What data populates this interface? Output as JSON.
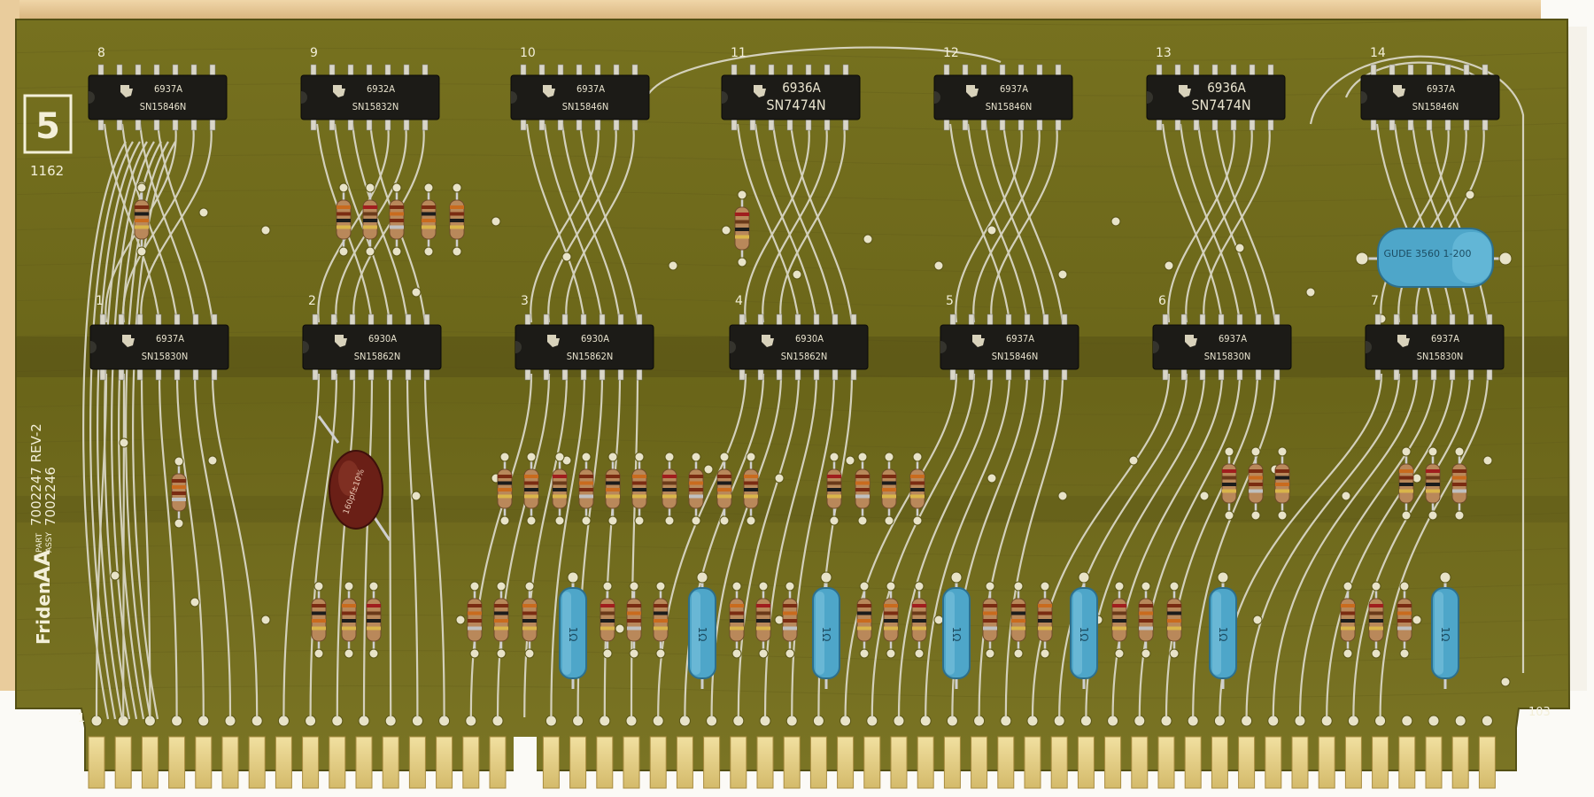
{
  "board": {
    "colors": {
      "substrate": "#6f6a1e",
      "substrate_dark": "#4a4614",
      "wood": "#e7c898",
      "trace": "#d9d6c4",
      "pad": "#e8e3c8",
      "gold": "#e3cd83",
      "chip": "#1c1b17",
      "silkscreen": "#f3efd8",
      "blue_resistor": "#4ea6c9",
      "brown_capacitor": "#6a1f16"
    },
    "board_number": "5",
    "board_code": "1162",
    "bottom_left_mark": "1",
    "bottom_right_mark": "103",
    "silkscreen": {
      "brand": "Friden",
      "model": "AA",
      "part_label": "PART",
      "part_number": "7002247 REV-2",
      "assy_label": "ASSY",
      "assy_number": "7002246"
    },
    "top_chips": [
      {
        "position": "8",
        "date": "6937A",
        "part": "SN15846N"
      },
      {
        "position": "9",
        "date": "6932A",
        "part": "SN15832N"
      },
      {
        "position": "10",
        "date": "6937A",
        "part": "SN15846N"
      },
      {
        "position": "11",
        "date": "6936A",
        "part": "SN7474N"
      },
      {
        "position": "12",
        "date": "6937A",
        "part": "SN15846N"
      },
      {
        "position": "13",
        "date": "6936A",
        "part": "SN7474N"
      },
      {
        "position": "14",
        "date": "6937A",
        "part": "SN15846N"
      }
    ],
    "bottom_chips": [
      {
        "position": "1",
        "date": "6937A",
        "part": "SN15830N"
      },
      {
        "position": "2",
        "date": "6930A",
        "part": "SN15862N"
      },
      {
        "position": "3",
        "date": "6930A",
        "part": "SN15862N"
      },
      {
        "position": "4",
        "date": "6930A",
        "part": "SN15862N"
      },
      {
        "position": "5",
        "date": "6937A",
        "part": "SN15846N"
      },
      {
        "position": "6",
        "date": "6937A",
        "part": "SN15830N"
      },
      {
        "position": "7",
        "date": "6937A",
        "part": "SN15830N"
      }
    ],
    "blue_resistor_label": "1Ω",
    "capacitor_label": "160pf±10%",
    "inductor_label": "GUDE 3560 1-200"
  }
}
